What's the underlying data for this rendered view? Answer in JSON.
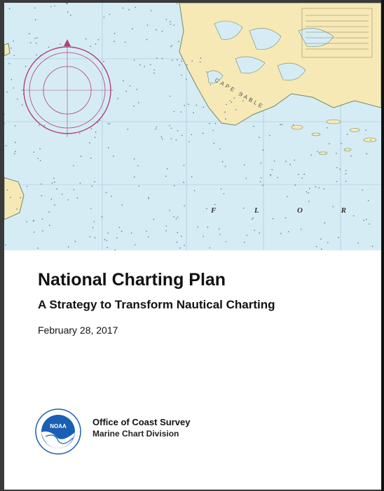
{
  "document": {
    "title": "National Charting Plan",
    "subtitle": "A Strategy to Transform Nautical Charting",
    "date": "February 28, 2017"
  },
  "organization": {
    "name": "Office of Coast Survey",
    "division": "Marine Chart Division",
    "logo_text": "NOAA"
  },
  "map": {
    "label_cape": "CAPE SABLE",
    "label_region": "F L O R I D A"
  },
  "colors": {
    "water": "#d6ecf5",
    "land": "#f6e9b6",
    "compass": "#b0407a",
    "noaa_blue": "#1a5fb4"
  }
}
